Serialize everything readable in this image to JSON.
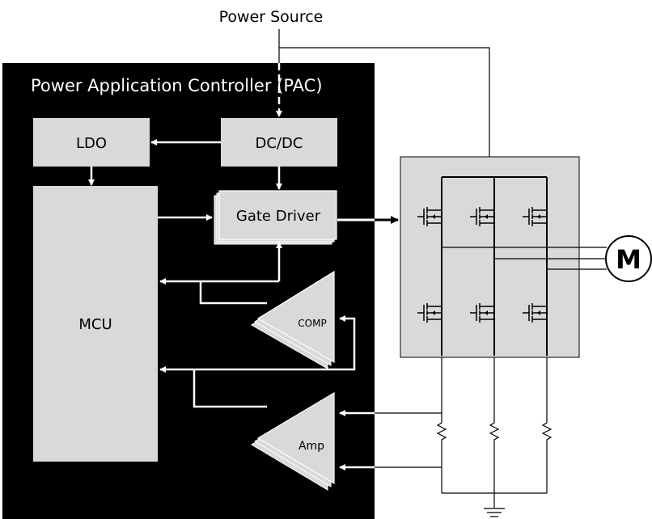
{
  "diagram": {
    "power_source": "Power Source",
    "pac_title": "Power Application Controller (PAC)",
    "blocks": {
      "ldo": "LDO",
      "dcdc": "DC/DC",
      "gate_driver": "Gate Driver",
      "mcu": "MCU",
      "comp": "COMP",
      "amp": "Amp"
    },
    "motor": "M"
  },
  "colors": {
    "pac_background": "#000000",
    "block_fill": "#d9d9d9",
    "line": "#000000",
    "signal_on_dark": "#ffffff"
  }
}
